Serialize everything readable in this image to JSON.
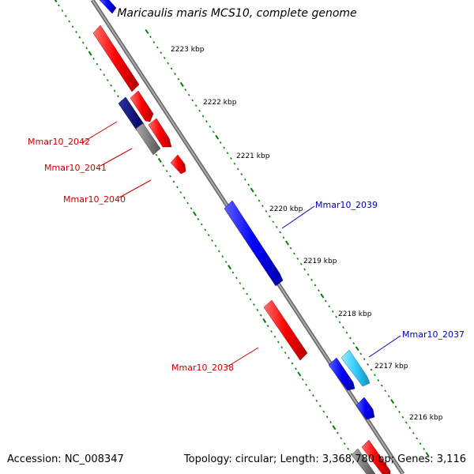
{
  "title": "Maricaulis maris MCS10, complete genome",
  "accession": "Accession: NC_008347",
  "topology": "Topology: circular; Length: 3,368,780 bp; Genes: 3,116",
  "ticks": [
    "2223 kbp",
    "2222 kbp",
    "2221 kbp",
    "2220 kbp",
    "2219 kbp",
    "2218 kbp",
    "2217 kbp",
    "2216 kbp"
  ],
  "gene_labels": [
    "Mmar10_2042",
    "Mmar10_2041",
    "Mmar10_2040",
    "Mmar10_2039",
    "Mmar10_2038",
    "Mmar10_2037"
  ],
  "colors": {
    "forward_strand": "#ff0000",
    "reverse_strand": "#0000ff",
    "dark_gene": "#00007a",
    "pseudo_gene": "#777777",
    "light_gene": "#33ccff",
    "backbone": "#888888",
    "tick_mark": "#008000",
    "label_forward": "#cc0000",
    "label_reverse": "#0000bb"
  }
}
